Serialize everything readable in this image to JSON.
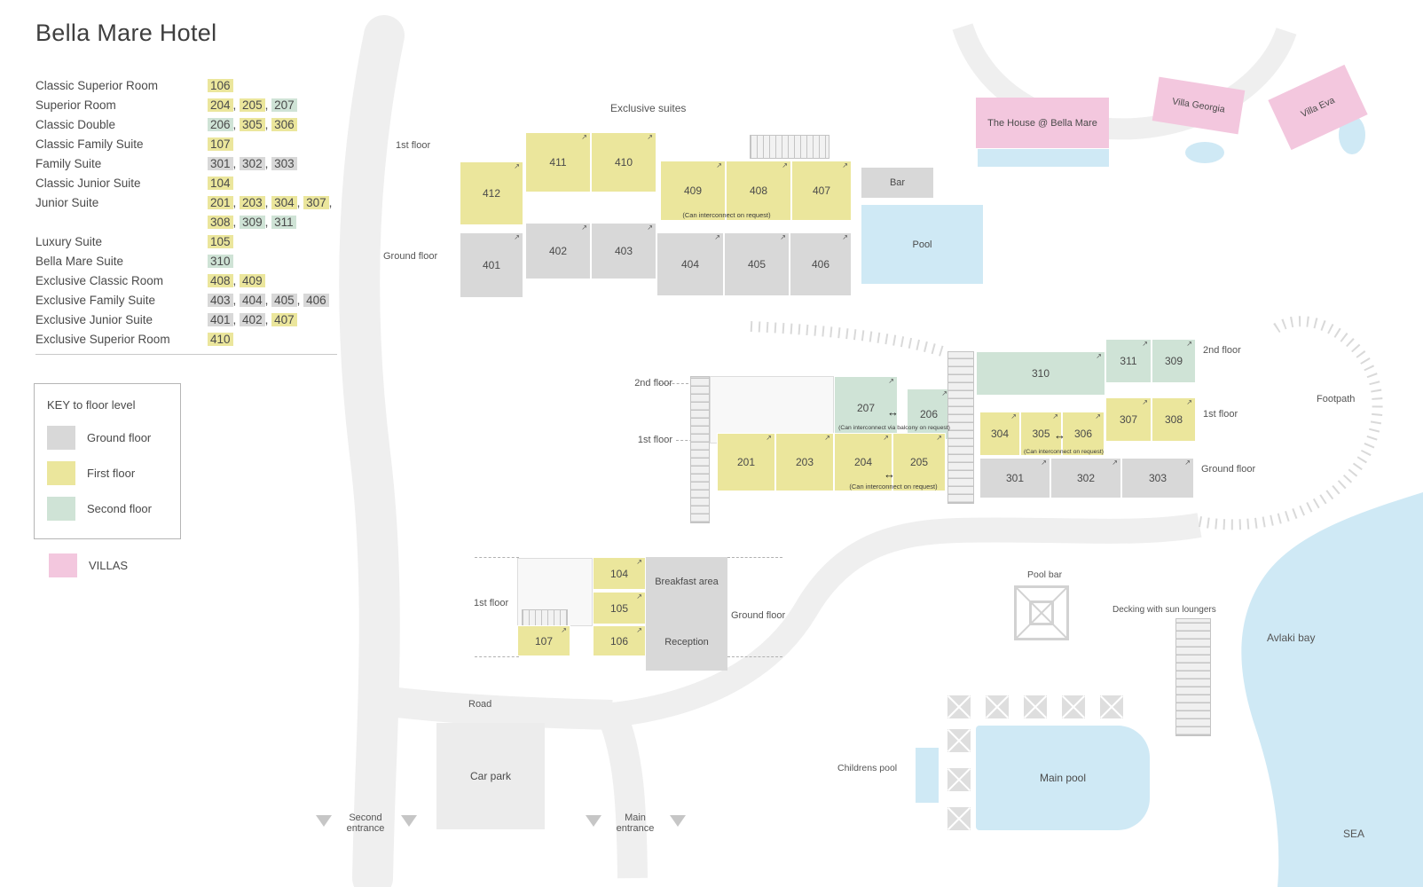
{
  "title": "Bella Mare Hotel",
  "colors": {
    "ground_floor": "#d8d8d8",
    "first_floor": "#ebe69c",
    "second_floor": "#cfe3d6",
    "villas": "#f3c7de",
    "water": "#cfe9f5",
    "road": "#efefef"
  },
  "icons": {
    "interconnect_arrow": "↔",
    "door_arrow": "↗",
    "entrance_arrow": "▼"
  },
  "legend_rows": [
    {
      "label": "Classic Superior Room",
      "lines": [
        [
          {
            "n": "106",
            "f": "first"
          }
        ]
      ]
    },
    {
      "label": "Superior Room",
      "lines": [
        [
          {
            "n": "204",
            "f": "first"
          },
          {
            "n": "205",
            "f": "first"
          },
          {
            "n": "207",
            "f": "second"
          }
        ]
      ]
    },
    {
      "label": "Classic Double",
      "lines": [
        [
          {
            "n": "206",
            "f": "second"
          },
          {
            "n": "305",
            "f": "first"
          },
          {
            "n": "306",
            "f": "first"
          }
        ]
      ]
    },
    {
      "label": "Classic Family Suite",
      "lines": [
        [
          {
            "n": "107",
            "f": "first"
          }
        ]
      ]
    },
    {
      "label": "Family Suite",
      "lines": [
        [
          {
            "n": "301",
            "f": "ground"
          },
          {
            "n": "302",
            "f": "ground"
          },
          {
            "n": "303",
            "f": "ground"
          }
        ]
      ]
    },
    {
      "label": "Classic Junior Suite",
      "lines": [
        [
          {
            "n": "104",
            "f": "first"
          }
        ]
      ]
    },
    {
      "label": "Junior Suite",
      "lines": [
        [
          {
            "n": "201",
            "f": "first"
          },
          {
            "n": "203",
            "f": "first"
          },
          {
            "n": "304",
            "f": "first"
          },
          {
            "n": "307",
            "f": "first"
          }
        ],
        [
          {
            "n": "308",
            "f": "first"
          },
          {
            "n": "309",
            "f": "second"
          },
          {
            "n": "311",
            "f": "second"
          }
        ]
      ]
    },
    {
      "label": "Luxury Suite",
      "lines": [
        [
          {
            "n": "105",
            "f": "first"
          }
        ]
      ]
    },
    {
      "label": "Bella Mare Suite",
      "lines": [
        [
          {
            "n": "310",
            "f": "second"
          }
        ]
      ]
    },
    {
      "label": "Exclusive Classic Room",
      "lines": [
        [
          {
            "n": "408",
            "f": "first"
          },
          {
            "n": "409",
            "f": "first"
          }
        ]
      ]
    },
    {
      "label": "Exclusive Family Suite",
      "lines": [
        [
          {
            "n": "403",
            "f": "ground"
          },
          {
            "n": "404",
            "f": "ground"
          },
          {
            "n": "405",
            "f": "ground"
          },
          {
            "n": "406",
            "f": "ground"
          }
        ]
      ]
    },
    {
      "label": "Exclusive Junior Suite",
      "lines": [
        [
          {
            "n": "401",
            "f": "ground"
          },
          {
            "n": "402",
            "f": "ground"
          },
          {
            "n": "407",
            "f": "first"
          }
        ]
      ]
    },
    {
      "label": "Exclusive Superior Room",
      "lines": [
        [
          {
            "n": "410",
            "f": "first"
          }
        ]
      ]
    }
  ],
  "key": {
    "title": "KEY to floor level",
    "items": [
      {
        "label": "Ground floor",
        "floor": "ground"
      },
      {
        "label": "First floor",
        "floor": "first"
      },
      {
        "label": "Second floor",
        "floor": "second"
      }
    ],
    "villas_label": "VILLAS"
  },
  "map": {
    "labels": {
      "exclusive_suites": "Exclusive suites",
      "first_floor_top": "1st floor",
      "ground_floor_top": "Ground floor",
      "bar": "Bar",
      "pool": "Pool",
      "house": "The House @ Bella Mare",
      "villa_georgia": "Villa Georgia",
      "villa_eva": "Villa Eva",
      "second_floor_mid_left": "2nd floor",
      "first_floor_mid_left": "1st floor",
      "second_floor_mid_right": "2nd floor",
      "first_floor_mid_right": "1st floor",
      "ground_floor_mid_right": "Ground floor",
      "footpath": "Footpath",
      "first_floor_bottom": "1st floor",
      "ground_floor_bottom": "Ground floor",
      "breakfast_area": "Breakfast area",
      "reception": "Reception",
      "road": "Road",
      "car_park": "Car park",
      "second_entrance": "Second entrance",
      "main_entrance": "Main entrance",
      "childrens_pool": "Childrens pool",
      "main_pool": "Main pool",
      "pool_bar": "Pool bar",
      "decking": "Decking with sun loungers",
      "avlaki_bay": "Avlaki bay",
      "sea": "SEA",
      "interconnect_request": "(Can interconnect on request)",
      "interconnect_balcony": "(Can interconnect via balcony on request)"
    },
    "rooms": {
      "104": "104",
      "105": "105",
      "106": "106",
      "107": "107",
      "201": "201",
      "203": "203",
      "204": "204",
      "205": "205",
      "206": "206",
      "207": "207",
      "301": "301",
      "302": "302",
      "303": "303",
      "304": "304",
      "305": "305",
      "306": "306",
      "307": "307",
      "308": "308",
      "309": "309",
      "310": "310",
      "311": "311",
      "401": "401",
      "402": "402",
      "403": "403",
      "404": "404",
      "405": "405",
      "406": "406",
      "407": "407",
      "408": "408",
      "409": "409",
      "410": "410",
      "411": "411",
      "412": "412"
    }
  }
}
